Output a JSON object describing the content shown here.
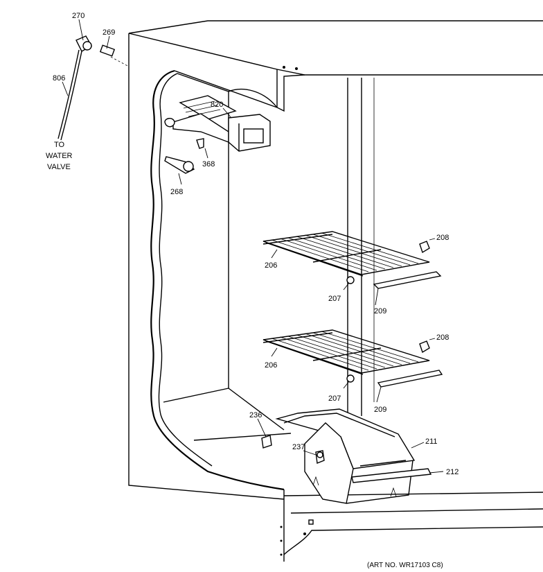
{
  "callouts": {
    "c270": "270",
    "c269": "269",
    "c806": "806",
    "c820": "820",
    "c368": "368",
    "c268": "268",
    "c206a": "206",
    "c206b": "206",
    "c207a": "207",
    "c207b": "207",
    "c208a": "208",
    "c208b": "208",
    "c209a": "209",
    "c209b": "209",
    "c236": "236",
    "c237": "237",
    "c211": "211",
    "c212": "212"
  },
  "water_note": {
    "line1": "TO",
    "line2": "WATER",
    "line3": "VALVE"
  },
  "art_number": "(ART NO. WR17103 C8)"
}
